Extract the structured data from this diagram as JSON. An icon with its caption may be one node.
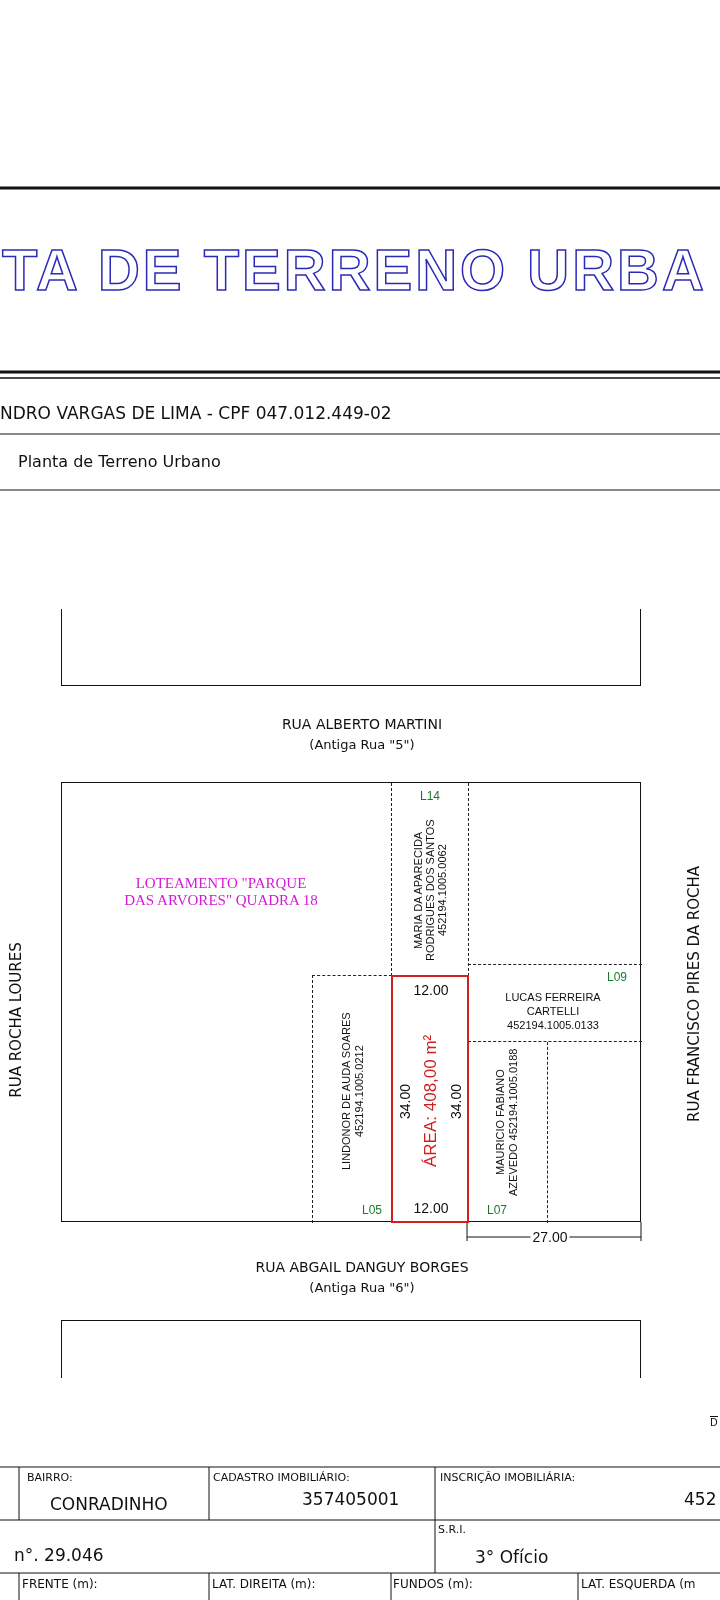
{
  "diagram": {
    "title": "TA DE TERRENO URBA",
    "nodes": [
      {
        "text": [],
        "shape": "box"
      },
      {
        "text": [
          "LOTEAMENTO \"PARQUE DAS ARVORES\" QUADRA 18"
        ]
      },
      {
        "text": [
          "L14",
          "MARIA DA APARECIDA RODRIGUES DOS SANTOS 452194.1005.0062"
        ],
        "in": 1
      },
      {
        "text": [
          "L09",
          "LUCAS FERREIRA CARTELLI 452194.1005.0133"
        ],
        "in": 1
      },
      {
        "text": [
          "LINDONOR DE AUDA SOARES 452194.1005.0212",
          "L05"
        ],
        "in": 1
      },
      {
        "text": [
          "12.00",
          "34.00",
          "ÁREA: 408,00 m²",
          "34.00",
          "12.00"
        ],
        "in": 1
      },
      {
        "text": [
          "MAURICIO FABIANO AZEVEDO 452194.1005.0188",
          "L07"
        ],
        "in": 1
      },
      {
        "text": [],
        "shape": "box"
      }
    ],
    "edges": [],
    "labels": [
      "NDRO VARGAS DE LIMA - CPF 047.012.449-02",
      "Planta de Terreno Urbano",
      "RUA ALBERTO MARTINI",
      "(Antiga Rua \"5\")",
      "RUA ROCHA LOURES",
      "RUA FRANCISCO PIRES DA ROCHA",
      "27.00",
      "RUA ABGAIL DANGUY BORGES",
      "(Antiga Rua \"6\")",
      "D",
      "BAIRRO:",
      "CADASTRO IMOBILIÁRIO:",
      "INSCRIÇÃO IMOBILIÁRIA:",
      "CONRADINHO",
      "357405001",
      "452",
      "n°. 29.046",
      "S.R.I.",
      "3° Ofício",
      "FRENTE (m):",
      "LAT. DIREITA (m):",
      "FUNDOS (m):",
      "LAT. ESQUERDA (m"
    ]
  }
}
